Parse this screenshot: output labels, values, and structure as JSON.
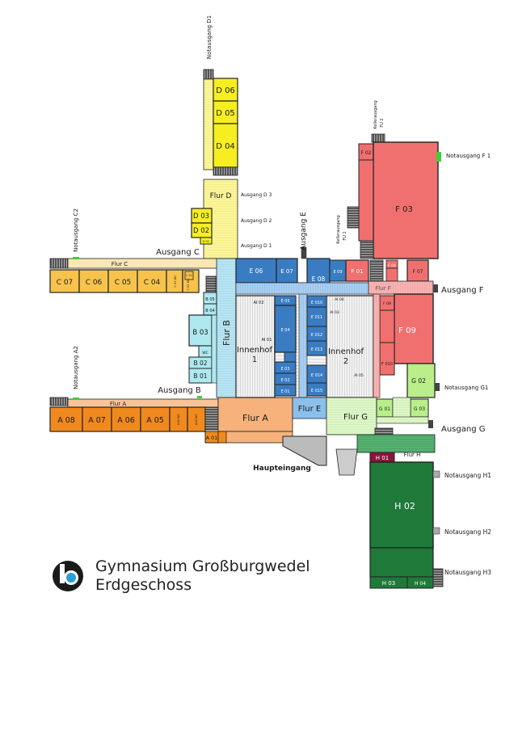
{
  "title": {
    "line1": "Gymnasium Großburgwedel",
    "line2": "Erdgeschoss"
  },
  "colors": {
    "wing_a": "#f08a1e",
    "wing_c": "#f7c34c",
    "wing_d": "#f7ee22",
    "wing_e": "#3a7cc2",
    "wing_f": "#f07070",
    "wing_g": "#b9ee8a",
    "wing_h": "#1f7a3a",
    "flur_b": "#aee0f0",
    "flur_a": "#f6b27a",
    "courtyard": "#e8e8e8",
    "outline": "#1a1a1a"
  },
  "icons": [
    "logo-icon",
    "stair-icon",
    "exit-marker-icon"
  ],
  "rooms": [
    {
      "id": "D 06",
      "text": "D 06"
    },
    {
      "id": "D 05",
      "text": "D 05"
    },
    {
      "id": "D 04",
      "text": "D 04"
    },
    {
      "id": "D 03",
      "text": "D 03"
    },
    {
      "id": "D 02",
      "text": "D 02"
    },
    {
      "id": "D 01",
      "text": "D 01"
    },
    {
      "id": "C 07",
      "text": "C 07"
    },
    {
      "id": "C 06",
      "text": "C 06"
    },
    {
      "id": "C 05",
      "text": "C 05"
    },
    {
      "id": "C 04",
      "text": "C 04"
    },
    {
      "id": "C 03",
      "text": "C 03 WC"
    },
    {
      "id": "C 02",
      "text": "C 02 WC"
    },
    {
      "id": "C 01",
      "text": "C 01"
    },
    {
      "id": "B 05",
      "text": "B 05"
    },
    {
      "id": "B 04",
      "text": "B 04"
    },
    {
      "id": "B 03",
      "text": "B 03"
    },
    {
      "id": "B WC",
      "text": "WC"
    },
    {
      "id": "B 02",
      "text": "B 02"
    },
    {
      "id": "B 01",
      "text": "B 01"
    },
    {
      "id": "A 08",
      "text": "A 08"
    },
    {
      "id": "A 07",
      "text": "A 07"
    },
    {
      "id": "A 06",
      "text": "A 06"
    },
    {
      "id": "A 05",
      "text": "A 05"
    },
    {
      "id": "A 04",
      "text": "A04 WC"
    },
    {
      "id": "A 03",
      "text": "A03 WC"
    },
    {
      "id": "A 01",
      "text": "A 01"
    },
    {
      "id": "E 06",
      "text": "E 06"
    },
    {
      "id": "E 07",
      "text": "E 07"
    },
    {
      "id": "E 08",
      "text": "E 08"
    },
    {
      "id": "E 09",
      "text": "E 09"
    },
    {
      "id": "E 05",
      "text": "E 05"
    },
    {
      "id": "E 04",
      "text": "E 04"
    },
    {
      "id": "E 03",
      "text": "E 03"
    },
    {
      "id": "E 02",
      "text": "E 02"
    },
    {
      "id": "E 01",
      "text": "E 01"
    },
    {
      "id": "E 010",
      "text": "E 010"
    },
    {
      "id": "E 011",
      "text": "E 011"
    },
    {
      "id": "E 012",
      "text": "E 012"
    },
    {
      "id": "E 013",
      "text": "E 013"
    },
    {
      "id": "E 014",
      "text": "E 014"
    },
    {
      "id": "E 015",
      "text": "E 015"
    },
    {
      "id": "F 01",
      "text": "F 01"
    },
    {
      "id": "F 02",
      "text": "F 02"
    },
    {
      "id": "F 03",
      "text": "F 03"
    },
    {
      "id": "F 04",
      "text": "F 04"
    },
    {
      "id": "F 07",
      "text": "F 07"
    },
    {
      "id": "F 08",
      "text": "F 08"
    },
    {
      "id": "F 09",
      "text": "F 09"
    },
    {
      "id": "F 010",
      "text": "F 010"
    },
    {
      "id": "G 01",
      "text": "G 01"
    },
    {
      "id": "G 02",
      "text": "G 02"
    },
    {
      "id": "G 03",
      "text": "G 03"
    },
    {
      "id": "H 01",
      "text": "H 01"
    },
    {
      "id": "H 02",
      "text": "H 02"
    },
    {
      "id": "H 03",
      "text": "H 03"
    },
    {
      "id": "H 04",
      "text": "H 04"
    }
  ],
  "corridors": {
    "flur_a": "Flur A",
    "flur_a_top": "Flur A",
    "flur_b": "Flur B",
    "flur_c": "Flur C",
    "flur_d": "Flur D",
    "flur_e": "Flur E",
    "flur_f": "Flur F",
    "flur_g": "Flur G",
    "flur_h": "Flur H"
  },
  "courtyards": {
    "innenhof1": "Innenhof",
    "innenhof1_num": "1",
    "innenhof2": "Innenhof",
    "innenhof2_num": "2",
    "ai01": "AI 01",
    "ai02": "AI 02",
    "ai03": "AI 03",
    "ai04": "AI 04",
    "ai05": "AI 05"
  },
  "exits": {
    "notausgang_d1": "Notausgang D1",
    "ausgang_d3": "Ausgang D 3",
    "ausgang_d2": "Ausgang D 2",
    "ausgang_d1": "Ausgang D 1",
    "notausgang_c2": "Notausgang C2",
    "ausgang_c": "Ausgang C",
    "ausgang_e": "Ausgang E",
    "kellerausgang_fu1": "Kellerausgang",
    "fu1": "FU 1",
    "kellerausgang_fu2": "Kellerausgang",
    "fu2": "FU 2",
    "notausgang_f1": "Notausgang F 1",
    "ausgang_f": "Ausgang F",
    "notausgang_a2": "Notausgang A2",
    "ausgang_b": "Ausgang B",
    "notausgang_g1": "Notausgang G1",
    "ausgang_g": "Ausgang G",
    "haupteingang": "Haupteingang",
    "notausgang_h1": "Notausgang H1",
    "notausgang_h2": "Notausgang H2",
    "notausgang_h3": "Notausgang H3"
  }
}
